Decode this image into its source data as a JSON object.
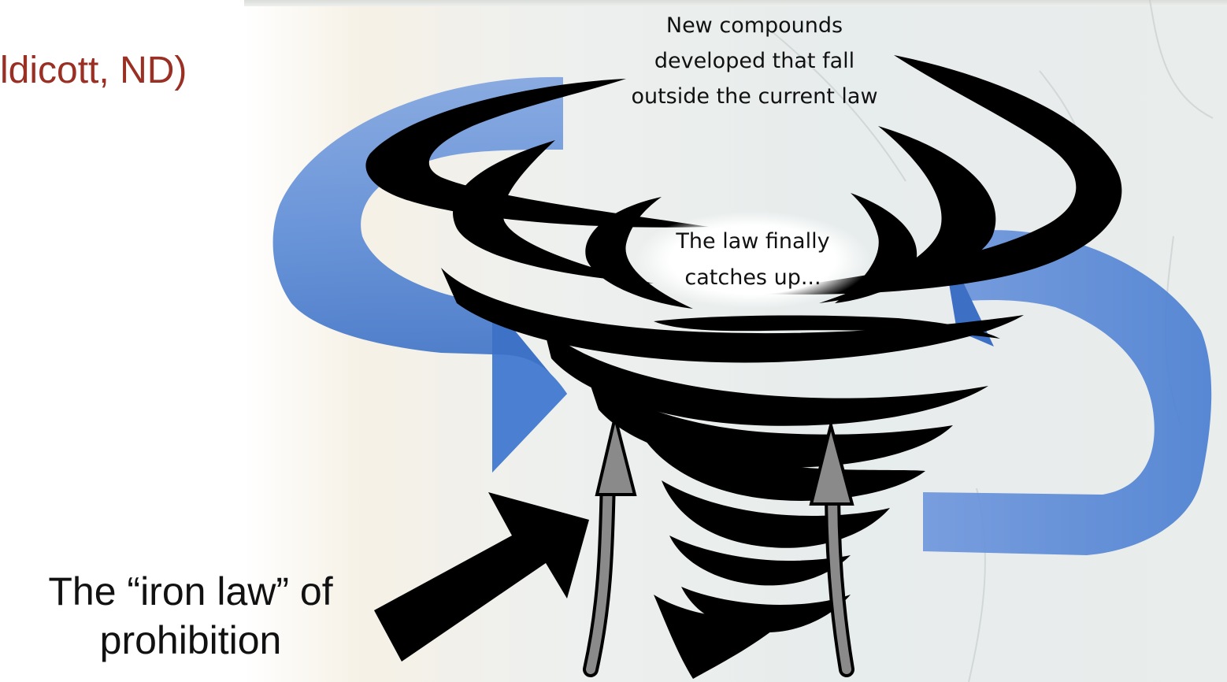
{
  "slide": {
    "title_fragment": "ldicott, ND)",
    "caption_lines": [
      "The “iron law” of",
      "prohibition"
    ]
  },
  "diagram": {
    "label_top_lines": [
      "New compounds",
      "developed that fall",
      "outside the current law"
    ],
    "label_center_lines": [
      "The law finally",
      "catches up..."
    ]
  },
  "colors": {
    "title": "#9a2f24",
    "spiral": "#000000",
    "arrow_blue": "#5a8ad6",
    "arrow_gray": "#7a7a7a"
  }
}
